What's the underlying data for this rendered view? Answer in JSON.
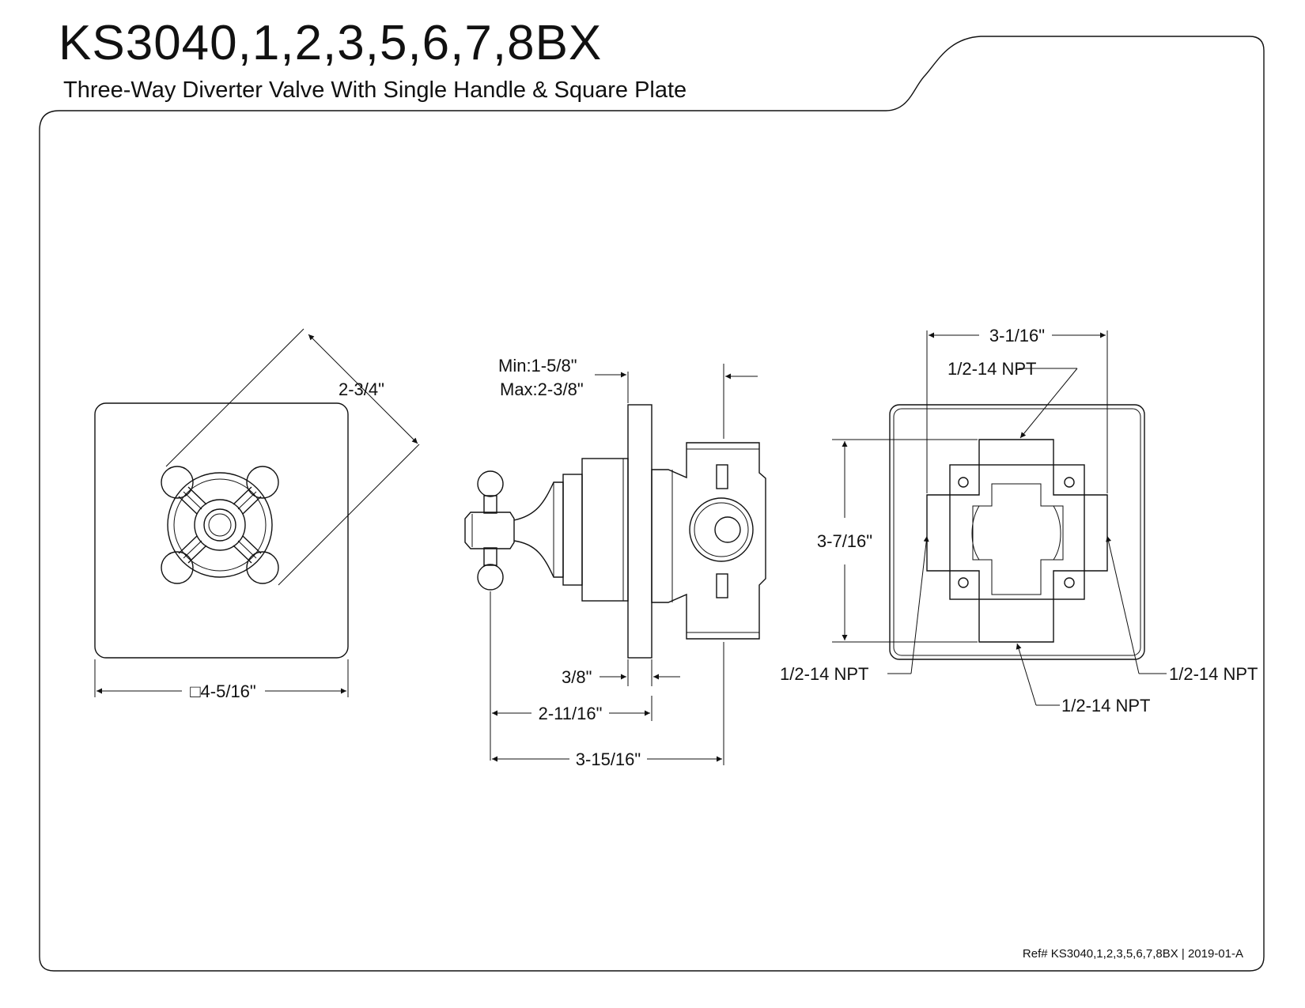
{
  "header": {
    "title": "KS3040,1,2,3,5,6,7,8BX",
    "subtitle": "Three-Way Diverter Valve With Single Handle & Square Plate"
  },
  "footer": {
    "reference": "Ref# KS3040,1,2,3,5,6,7,8BX | 2019-01-A"
  },
  "front_view": {
    "handle_span": "2-3/4\"",
    "plate_width": "□4-5/16\""
  },
  "side_view": {
    "min_label": "Min:1-5/8\"",
    "max_label": "Max:2-3/8\"",
    "plate_thickness": "3/8\"",
    "handle_depth": "2-11/16\"",
    "overall_depth": "3-15/16\""
  },
  "rear_view": {
    "body_width": "3-1/16\"",
    "body_height": "3-7/16\"",
    "port_top": "1/2-14 NPT",
    "port_left": "1/2-14 NPT",
    "port_right": "1/2-14 NPT",
    "port_bottom": "1/2-14 NPT"
  }
}
